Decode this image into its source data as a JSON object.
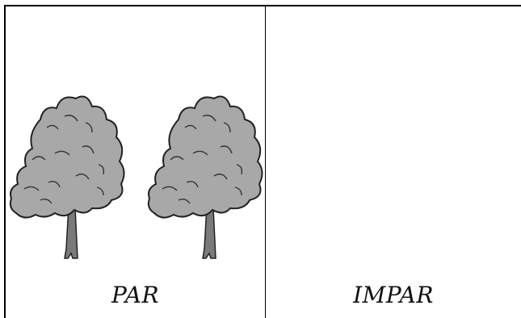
{
  "panels": [
    {
      "label": "PAR",
      "tree_count": 2
    },
    {
      "label": "IMPAR",
      "tree_count": 0
    }
  ],
  "colors": {
    "tree_fill": "#a8a8a8",
    "tree_outline": "#222222",
    "trunk": "#7a7a7a",
    "line": "#000000"
  },
  "icons": [
    "tree-icon"
  ]
}
